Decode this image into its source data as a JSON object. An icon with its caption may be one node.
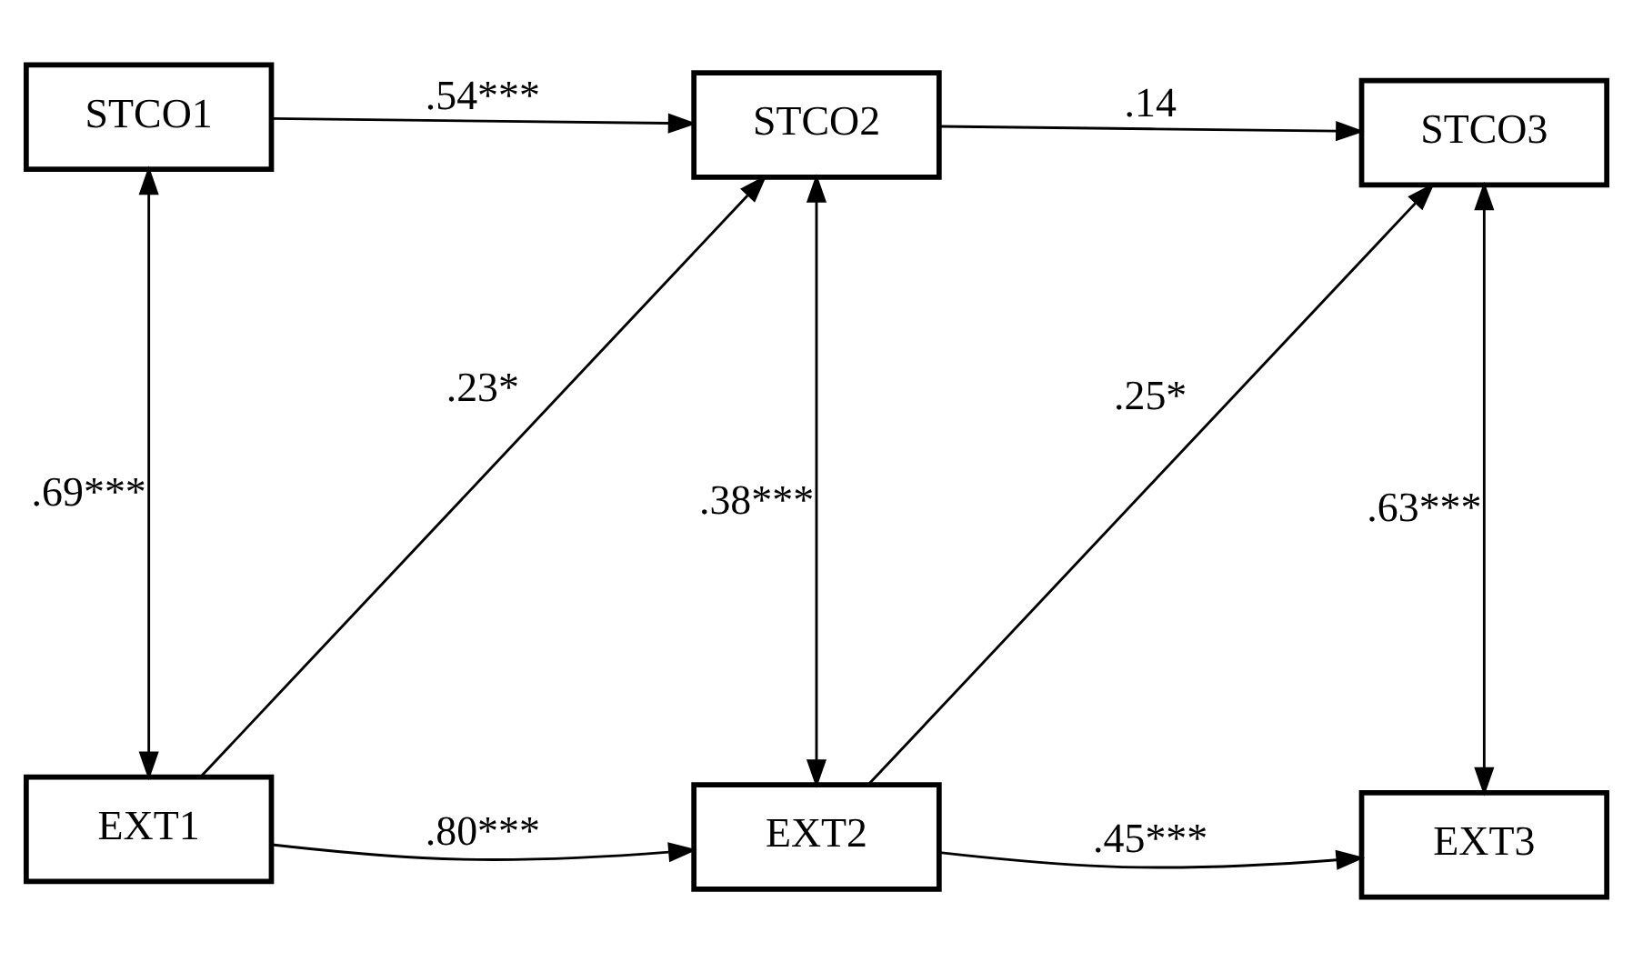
{
  "diagram": {
    "nodes": [
      {
        "text": [
          "STCO1"
        ]
      },
      {
        "text": [
          "STCO2"
        ]
      },
      {
        "text": [
          "STCO3"
        ]
      },
      {
        "text": [
          "EXT1"
        ]
      },
      {
        "text": [
          "EXT2"
        ]
      },
      {
        "text": [
          "EXT3"
        ]
      }
    ],
    "edges": [
      {
        "from": 0,
        "to": 1,
        "arrow": "to",
        "label": ".54***"
      },
      {
        "from": 1,
        "to": 2,
        "arrow": "to",
        "label": ".14"
      },
      {
        "from": 0,
        "to": 3,
        "arrow": "both",
        "label": ".69***"
      },
      {
        "from": 3,
        "to": 1,
        "arrow": "to",
        "label": ".23*"
      },
      {
        "from": 1,
        "to": 4,
        "arrow": "both",
        "label": ".38***"
      },
      {
        "from": 4,
        "to": 2,
        "arrow": "to",
        "label": ".25*"
      },
      {
        "from": 2,
        "to": 5,
        "arrow": "both",
        "label": ".63***"
      },
      {
        "from": 3,
        "to": 4,
        "arrow": "to",
        "label": ".80***"
      },
      {
        "from": 4,
        "to": 5,
        "arrow": "to",
        "label": ".45***"
      }
    ]
  }
}
